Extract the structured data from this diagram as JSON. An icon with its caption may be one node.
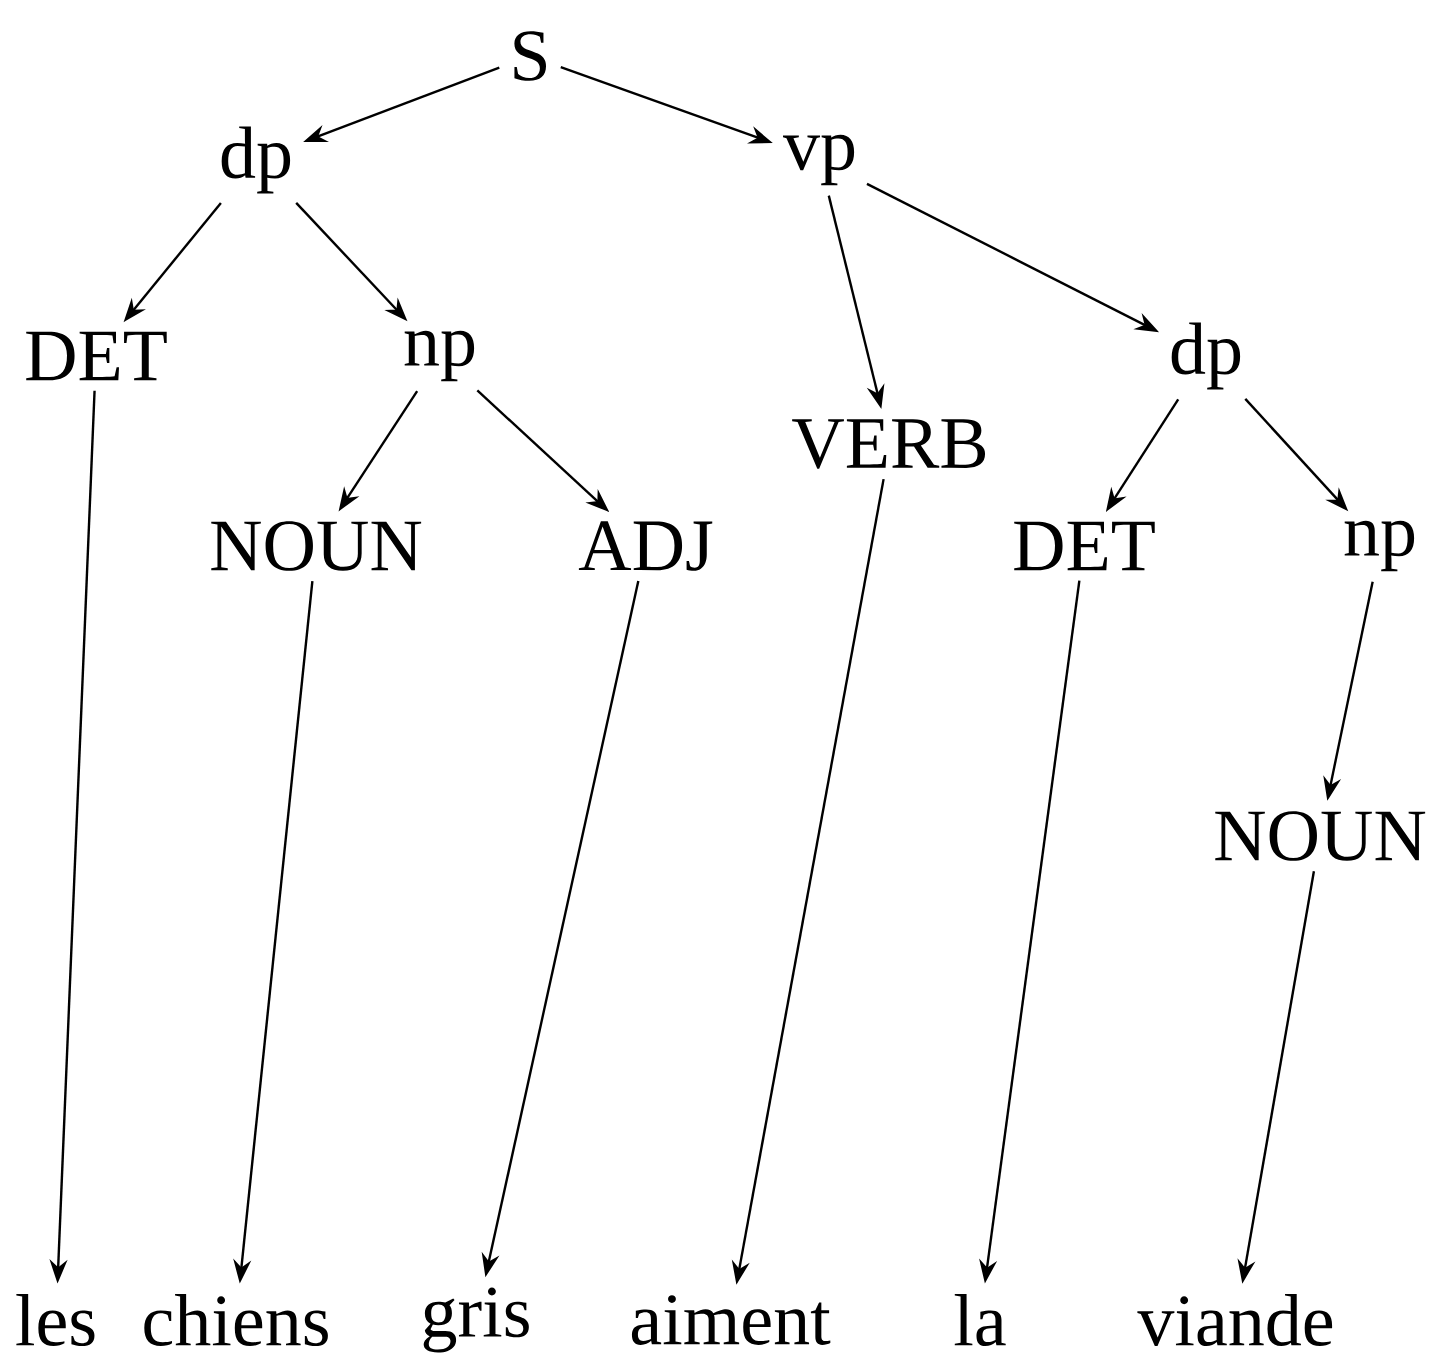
{
  "diagram": {
    "nodes": [
      {
        "text": [
          "S"
        ]
      },
      {
        "text": [
          "dp"
        ]
      },
      {
        "text": [
          "vp"
        ]
      },
      {
        "text": [
          "DET"
        ]
      },
      {
        "text": [
          "np"
        ]
      },
      {
        "text": [
          "VERB"
        ]
      },
      {
        "text": [
          "dp"
        ]
      },
      {
        "text": [
          "NOUN"
        ]
      },
      {
        "text": [
          "ADJ"
        ]
      },
      {
        "text": [
          "DET"
        ]
      },
      {
        "text": [
          "np"
        ]
      },
      {
        "text": [
          "NOUN"
        ]
      },
      {
        "text": [
          "les"
        ]
      },
      {
        "text": [
          "chiens"
        ]
      },
      {
        "text": [
          "gris"
        ]
      },
      {
        "text": [
          "aiment"
        ]
      },
      {
        "text": [
          "la"
        ]
      },
      {
        "text": [
          "viande"
        ]
      }
    ],
    "edges": [
      {
        "from": 0,
        "to": 1,
        "arrow": "to"
      },
      {
        "from": 0,
        "to": 2,
        "arrow": "to"
      },
      {
        "from": 1,
        "to": 3,
        "arrow": "to"
      },
      {
        "from": 1,
        "to": 4,
        "arrow": "to"
      },
      {
        "from": 2,
        "to": 5,
        "arrow": "to"
      },
      {
        "from": 2,
        "to": 6,
        "arrow": "to"
      },
      {
        "from": 4,
        "to": 7,
        "arrow": "to"
      },
      {
        "from": 4,
        "to": 8,
        "arrow": "to"
      },
      {
        "from": 6,
        "to": 9,
        "arrow": "to"
      },
      {
        "from": 6,
        "to": 10,
        "arrow": "to"
      },
      {
        "from": 10,
        "to": 11,
        "arrow": "to"
      },
      {
        "from": 3,
        "to": 12,
        "arrow": "to"
      },
      {
        "from": 7,
        "to": 13,
        "arrow": "to"
      },
      {
        "from": 8,
        "to": 14,
        "arrow": "to"
      },
      {
        "from": 5,
        "to": 15,
        "arrow": "to"
      },
      {
        "from": 9,
        "to": 16,
        "arrow": "to"
      },
      {
        "from": 11,
        "to": 17,
        "arrow": "to"
      }
    ]
  }
}
